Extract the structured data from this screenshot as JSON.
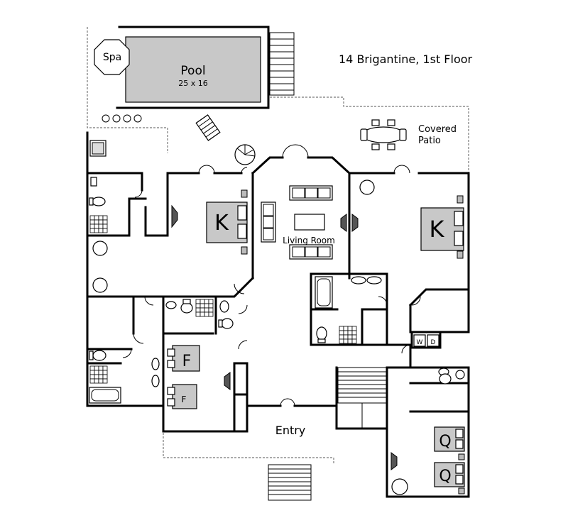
{
  "title": "14 Brigantine, 1st Floor",
  "labels": {
    "pool": "Pool",
    "pool_size": "25 x 16",
    "spa": "Spa",
    "covered_patio_line1": "Covered",
    "covered_patio_line2": "Patio",
    "living_room": "Living Room",
    "entry": "Entry",
    "washer": "W",
    "dryer": "D"
  },
  "beds": {
    "west_bedroom": "K",
    "east_bedroom": "K",
    "full_upper": "F",
    "full_lower": "F",
    "queen_upper": "Q",
    "queen_lower": "Q"
  }
}
